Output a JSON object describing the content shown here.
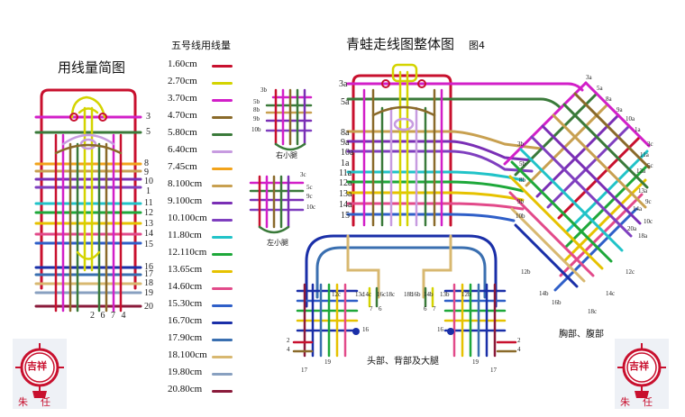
{
  "left_title": "用线量简图",
  "legend_title": "五号线用线量",
  "main_title": "青蛙走线图整体图",
  "main_title_suffix": "图4",
  "legend": [
    {
      "text": "1.60cm",
      "color": "#c8102e"
    },
    {
      "text": "2.70cm",
      "color": "#d4d400"
    },
    {
      "text": "3.70cm",
      "color": "#d21fc8"
    },
    {
      "text": "4.70cm",
      "color": "#8a6a2a"
    },
    {
      "text": "5.80cm",
      "color": "#3a7a3a"
    },
    {
      "text": "6.40cm",
      "color": "#c79be0"
    },
    {
      "text": "7.45cm",
      "color": "#f2a31b"
    },
    {
      "text": "8.100cm",
      "color": "#c8a050"
    },
    {
      "text": "9.100cm",
      "color": "#7a2fb5"
    },
    {
      "text": "10.100cm",
      "color": "#7f3fbf"
    },
    {
      "text": "11.80cm",
      "color": "#21c3c8"
    },
    {
      "text": "12.110cm",
      "color": "#1ea83a"
    },
    {
      "text": "13.65cm",
      "color": "#e6c200"
    },
    {
      "text": "14.60cm",
      "color": "#e24a8a"
    },
    {
      "text": "15.30cm",
      "color": "#2f5fc8"
    },
    {
      "text": "16.70cm",
      "color": "#1a2fa8"
    },
    {
      "text": "17.90cm",
      "color": "#3a6fb0"
    },
    {
      "text": "18.100cm",
      "color": "#d8b870"
    },
    {
      "text": "19.80cm",
      "color": "#88a0c0"
    },
    {
      "text": "20.80cm",
      "color": "#8a1a3a"
    }
  ],
  "left_numbers": [
    "3",
    "5",
    "8",
    "9",
    "10",
    "1",
    "11",
    "12",
    "13",
    "14",
    "15",
    "16",
    "17",
    "18",
    "19",
    "20"
  ],
  "left_bottom": "2 6 7 4",
  "main_left_labels": [
    "3a",
    "5a",
    "8a",
    "9a",
    "10a",
    "1a",
    "11a",
    "12a",
    "13a",
    "14a",
    "15"
  ],
  "main_right_labels": [
    "3a",
    "5a",
    "8a",
    "9a",
    "10a",
    "1a",
    "3c",
    "11a",
    "5c",
    "12a",
    "13a",
    "9c",
    "14a",
    "10c",
    "20a",
    "18a"
  ],
  "main_diag_labels": [
    "3b",
    "5b",
    "8b",
    "9b",
    "10b",
    "12b",
    "14b",
    "16b",
    "12c",
    "14c",
    "18c"
  ],
  "right_leg": {
    "caption": "右小腿",
    "labels": [
      "3b",
      "5b",
      "8b",
      "9b",
      "10b"
    ]
  },
  "left_leg": {
    "caption": "左小腿",
    "labels": [
      "3c",
      "5c",
      "9c",
      "10c"
    ]
  },
  "head_caption": "头部、背部及大腿",
  "chest_caption": "胸部、腹部",
  "bottom_labels": [
    "12c",
    "13c",
    "14c",
    "16c",
    "18c",
    "18b",
    "16b",
    "14b",
    "13b",
    "12b",
    "7",
    "6",
    "6",
    "7",
    "16",
    "16",
    "2",
    "4",
    "17",
    "19",
    "19",
    "17",
    "2",
    "4"
  ],
  "stamp_left": {
    "glyph": "吉祥",
    "sub": "朱任"
  },
  "stamp_right": {
    "glyph": "吉祥",
    "sub": "朱任"
  }
}
